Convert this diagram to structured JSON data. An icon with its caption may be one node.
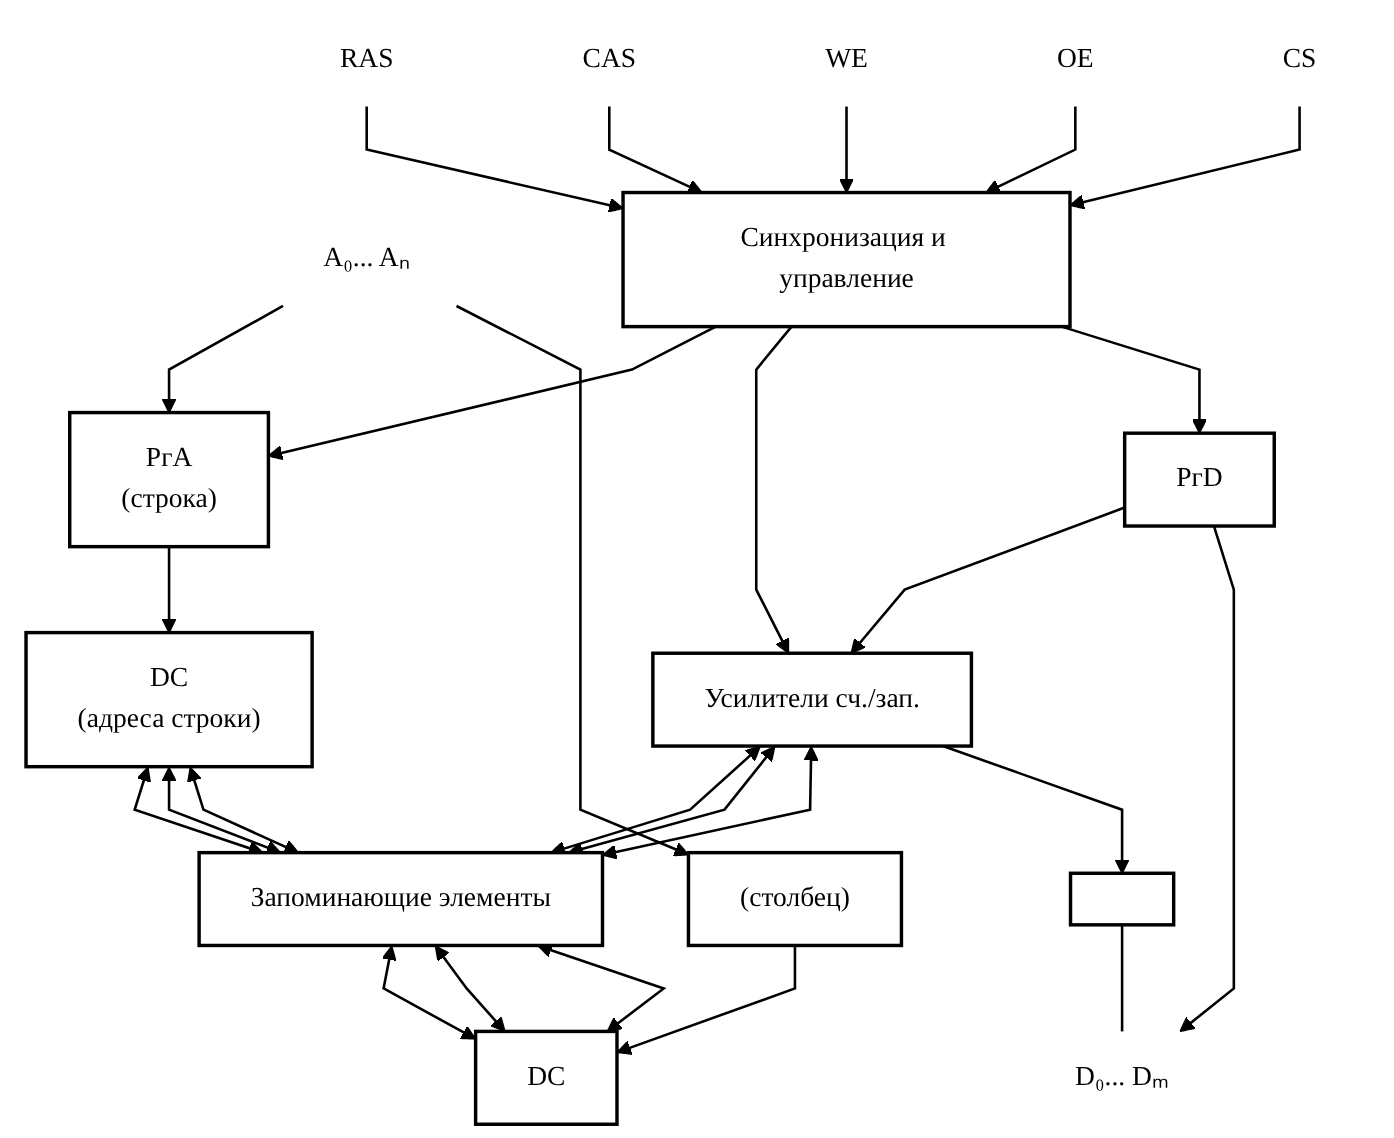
{
  "diagram": {
    "nodes": [
      {
        "text": [
          "RAS"
        ]
      },
      {
        "text": [
          "CAS"
        ]
      },
      {
        "text": [
          "WE"
        ]
      },
      {
        "text": [
          "OE"
        ]
      },
      {
        "text": [
          "CS"
        ]
      },
      {
        "text": [
          "Синхронизация и управление"
        ]
      },
      {
        "text": [
          "A₀... Aₙ"
        ]
      },
      {
        "text": [
          "РгА",
          "(строка)"
        ]
      },
      {
        "text": [
          "(столбец)"
        ]
      },
      {
        "text": [
          "DC",
          "(адреса строки)"
        ]
      },
      {
        "text": [
          "Усилители сч./зап."
        ]
      },
      {
        "text": [
          "Запоминающие элементы"
        ]
      },
      {
        "text": [
          "DC"
        ]
      },
      {
        "text": [
          "РгD"
        ]
      },
      {
        "text": [],
        "shape": "box"
      },
      {
        "text": [
          "D₀... Dₘ"
        ]
      }
    ],
    "edges": [
      {
        "from": 0,
        "to": 5,
        "arrow": "to"
      },
      {
        "from": 1,
        "to": 5,
        "arrow": "to"
      },
      {
        "from": 2,
        "to": 5,
        "arrow": "to"
      },
      {
        "from": 3,
        "to": 5,
        "arrow": "to"
      },
      {
        "from": 4,
        "to": 5,
        "arrow": "to"
      },
      {
        "from": 5,
        "to": 7,
        "arrow": "to"
      },
      {
        "from": 5,
        "to": 10,
        "arrow": "to"
      },
      {
        "from": 5,
        "to": 13,
        "arrow": "to"
      },
      {
        "from": 6,
        "to": 7,
        "arrow": "to"
      },
      {
        "from": 6,
        "to": 8,
        "arrow": "to"
      },
      {
        "from": 7,
        "to": 9,
        "arrow": "to"
      },
      {
        "from": 9,
        "to": 11,
        "arrow": "both"
      },
      {
        "from": 9,
        "to": 11,
        "arrow": "both"
      },
      {
        "from": 9,
        "to": 11,
        "arrow": "both"
      },
      {
        "from": 10,
        "to": 11,
        "arrow": "both"
      },
      {
        "from": 10,
        "to": 11,
        "arrow": "both"
      },
      {
        "from": 10,
        "to": 11,
        "arrow": "both"
      },
      {
        "from": 11,
        "to": 12,
        "arrow": "both"
      },
      {
        "from": 11,
        "to": 12,
        "arrow": "both"
      },
      {
        "from": 11,
        "to": 12,
        "arrow": "both"
      },
      {
        "from": 8,
        "to": 12,
        "arrow": "to"
      },
      {
        "from": 13,
        "to": 10,
        "arrow": "to"
      },
      {
        "from": 10,
        "to": 14,
        "arrow": "to"
      },
      {
        "from": 13,
        "to": 15,
        "arrow": "to"
      },
      {
        "from": 14,
        "to": 15,
        "arrow": "none"
      }
    ]
  }
}
